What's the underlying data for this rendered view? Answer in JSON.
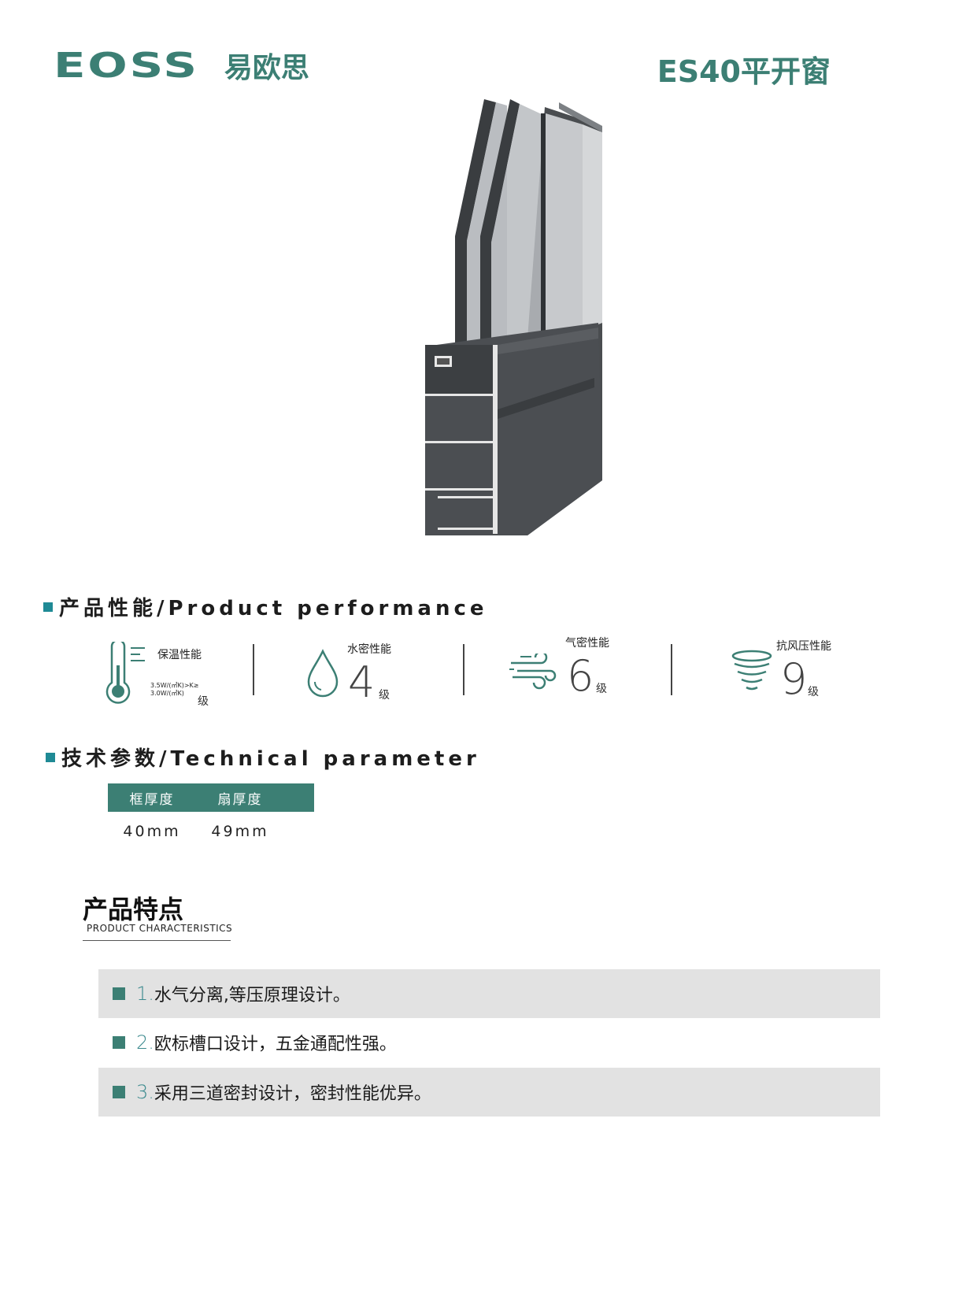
{
  "header": {
    "brand_latin": "EOSS",
    "brand_cn": "易欧思",
    "model": "ES40平开窗"
  },
  "colors": {
    "accent": "#3c7f74",
    "teal_square": "#1f8a95",
    "feature_bg": "#e2e2e2"
  },
  "performance": {
    "heading": "产品性能/Product performance",
    "items": [
      {
        "icon": "thermometer-icon",
        "title": "保温性能",
        "value_line1": "3.5W/(㎡K)>K≥",
        "value_line2": "3.0W/(㎡K)",
        "unit": "级"
      },
      {
        "icon": "water-drop-icon",
        "title": "水密性能",
        "value": "4",
        "unit": "级"
      },
      {
        "icon": "wind-icon",
        "title": "气密性能",
        "value": "6",
        "unit": "级"
      },
      {
        "icon": "tornado-icon",
        "title": "抗风压性能",
        "value": "9",
        "unit": "级"
      }
    ]
  },
  "technical": {
    "heading": "技术参数/Technical parameter",
    "columns": [
      "框厚度",
      "扇厚度"
    ],
    "values": [
      "40mm",
      "49mm"
    ]
  },
  "characteristics": {
    "title": "产品特点",
    "subtitle": "PRODUCT CHARACTERISTICS",
    "items": [
      {
        "num": "1.",
        "text": "水气分离,等压原理设计。"
      },
      {
        "num": "2.",
        "text": "欧标槽口设计，五金通配性强。"
      },
      {
        "num": "3.",
        "text": "采用三道密封设计，密封性能优异。"
      }
    ]
  }
}
